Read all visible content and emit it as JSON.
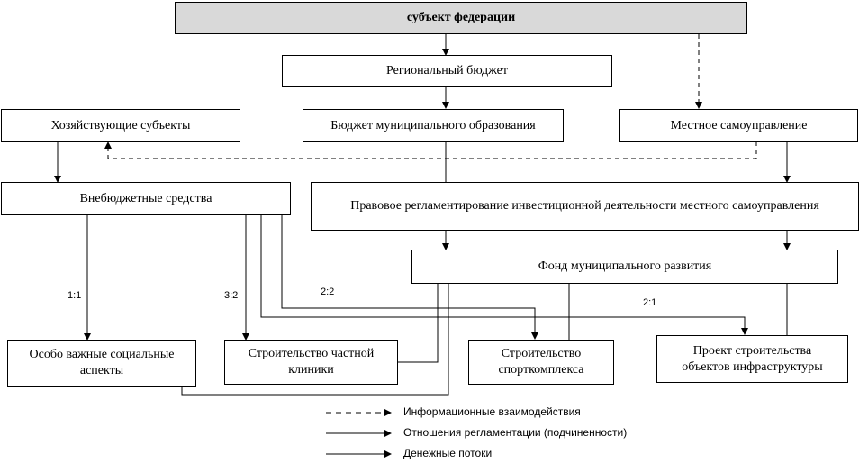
{
  "boxes": {
    "subject": "субъект федерации",
    "regional_budget": "Региональный бюджет",
    "business_entities": "Хозяйствующие субъекты",
    "municipal_budget": "Бюджет муниципального образования",
    "local_government": "Местное самоуправление",
    "off_budget_funds": "Внебюджетные средства",
    "legal_regulation": "Правовое регламентирование инвестиционной деятельности местного самоуправления",
    "municipal_fund": "Фонд муниципального развития",
    "social_aspects": "Особо важные социальные аспекты",
    "private_clinic": "Строительство частной клиники",
    "sports_complex": "Строительство спорткомплекса",
    "infrastructure": "Проект строительства объектов инфраструктуры"
  },
  "ratios": {
    "r1": "1:1",
    "r2": "3:2",
    "r3": "2:2",
    "r4": "2:1"
  },
  "legend": {
    "info": "Информационные взаимодействия",
    "regulation": "Отношения регламентации (подчиненности)",
    "money": "Денежные потоки"
  }
}
